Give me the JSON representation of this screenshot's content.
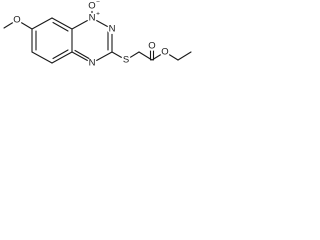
{
  "molecule": {
    "atom_labels": {
      "methoxy_oxygen": "O",
      "n_oxide_nitrogen": "N",
      "n_oxide_charge": "+",
      "n_oxide_oxygen": "O",
      "oxide_charge": "−",
      "ring_nitrogen_upper": "N",
      "ring_nitrogen_lower": "N",
      "sulfur": "S",
      "carbonyl_oxygen": "O",
      "ester_oxygen": "O"
    }
  }
}
